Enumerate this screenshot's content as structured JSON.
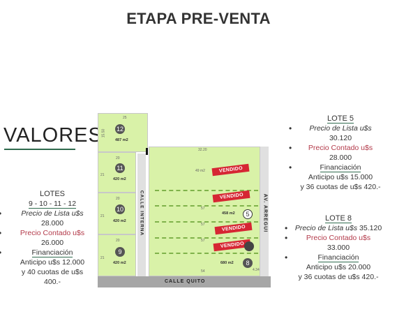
{
  "title": "ETAPA PRE-VENTA",
  "valores": "VALORES",
  "left_info": {
    "head": "LOTES",
    "lots": "9 - 10 - 11 - 12",
    "precio_lista_label": "Precio de Lista u$s",
    "precio_lista_value": "28.000",
    "precio_contado_label": "Precio Contado u$s",
    "precio_contado_value": "26.000",
    "financiacion_label": "Financiación",
    "anticipo": "Anticipo u$s 12.000",
    "cuotas": "y 40 cuotas de u$s 400.-"
  },
  "lote5": {
    "head": "LOTE 5",
    "precio_lista_label": "Precio de Lista u$s",
    "precio_lista_value": "30.120",
    "precio_contado_label": "Precio Contado u$s",
    "precio_contado_value": "28.000",
    "financiacion_label": "Financiación",
    "anticipo": "Anticipo u$s 15.000",
    "cuotas": "y 36 cuotas de u$s 420.-"
  },
  "lote8": {
    "head": "LOTE 8",
    "precio_lista_label": "Precio de Lista u$s",
    "precio_lista_value": "35.120",
    "precio_contado_label": "Precio Contado u$s",
    "precio_contado_value": "33.000",
    "financiacion_label": "Financiación",
    "anticipo": "Anticipo u$s 20.000",
    "cuotas": "y 36 cuotas de u$s 420.-"
  },
  "map": {
    "calle_interna": "CALLE INTERNA",
    "calle_quito": "CALLE QUITO",
    "av_arregui": "AV. ARREGUI",
    "vendido": "VENDIDO",
    "lots_left": [
      {
        "num": "12",
        "area": "487 m2"
      },
      {
        "num": "11",
        "area": "420 m2"
      },
      {
        "num": "10",
        "area": "420 m2"
      },
      {
        "num": "9",
        "area": "420 m2"
      }
    ],
    "lot5": {
      "num": "5",
      "area": "458 m2"
    },
    "lot8": {
      "num": "8",
      "area": "680 m2"
    },
    "top_area": "49 m2",
    "dims": {
      "d25": "25",
      "d20": "20",
      "d21": "21",
      "d57": "57",
      "d54": "54",
      "d3220": "32.20",
      "d1550": "15.50",
      "d434": "4.34"
    }
  },
  "colors": {
    "accent_green": "#2f6b4e",
    "red_text": "#b33a4a",
    "vendido_red": "#d62633",
    "lot_green": "#d9f2a8"
  }
}
